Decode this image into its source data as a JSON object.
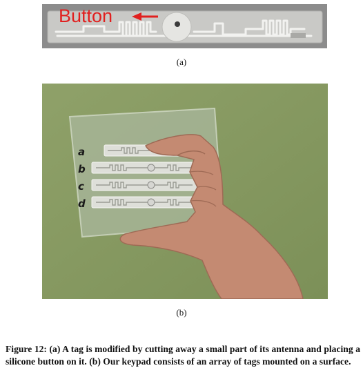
{
  "figure_a": {
    "callout_text": "Button",
    "subfigure_label": "(a)"
  },
  "figure_b": {
    "tag_labels": [
      "a",
      "b",
      "c",
      "d"
    ],
    "subfigure_label": "(b)"
  },
  "caption": "Figure 12: (a) A tag is modified by cutting away a small part of its antenna and placing a silicone button on it. (b) Our keypad consists of an array of tags mounted on a surface."
}
